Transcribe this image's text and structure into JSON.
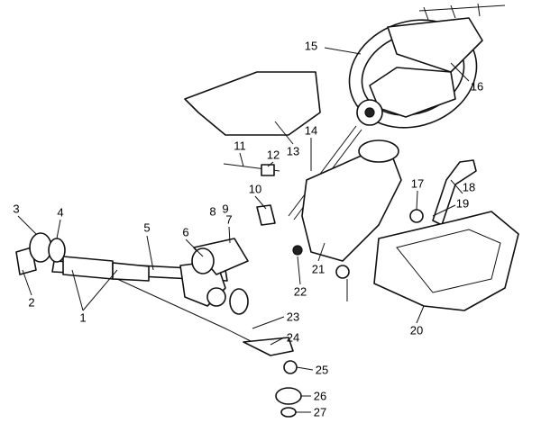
{
  "diagram": {
    "title": "Steering column and rack exploded view",
    "callouts": [
      "1",
      "2",
      "3",
      "4",
      "5",
      "6",
      "7",
      "8",
      "9",
      "10",
      "11",
      "12",
      "13",
      "14",
      "15",
      "16",
      "17",
      "18",
      "19",
      "20",
      "21",
      "22",
      "23",
      "24",
      "25",
      "26",
      "27"
    ]
  }
}
